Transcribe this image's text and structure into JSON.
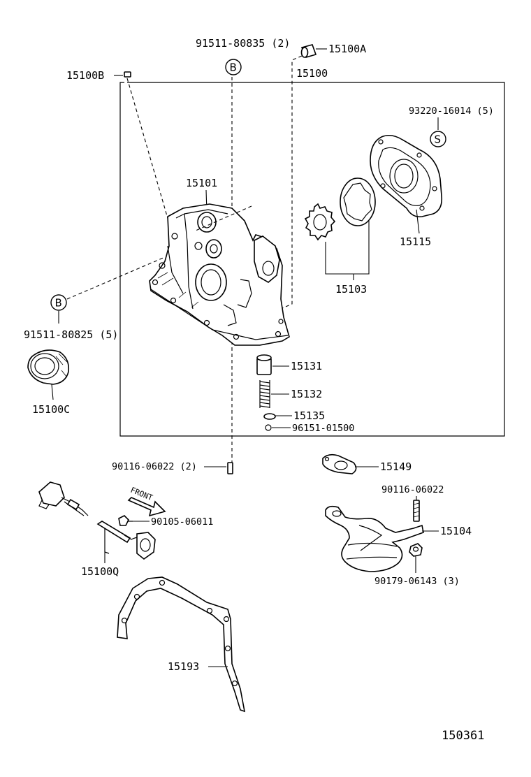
{
  "labels": {
    "l_91511_80835": "91511-80835 (2)",
    "l_15100A": "15100A",
    "l_15100B": "15100B",
    "l_15100": "15100",
    "l_93220": "93220-16014 (5)",
    "l_15101": "15101",
    "l_15115": "15115",
    "l_15103": "15103",
    "l_91511_80825": "91511-80825 (5)",
    "l_15100C": "15100C",
    "l_15131": "15131",
    "l_15132": "15132",
    "l_15135": "15135",
    "l_96151": "96151-01500",
    "l_90116_2": "90116-06022 (2)",
    "l_15149": "15149",
    "l_90116": "90116-06022",
    "l_front": "FRONT",
    "l_90105": "90105-06011",
    "l_15104": "15104",
    "l_15100Q": "15100Q",
    "l_90179": "90179-06143 (3)",
    "l_15193": "15193",
    "figure_no": "150361"
  },
  "callouts": {
    "B_top": "B",
    "S": "S",
    "B_left": "B"
  }
}
